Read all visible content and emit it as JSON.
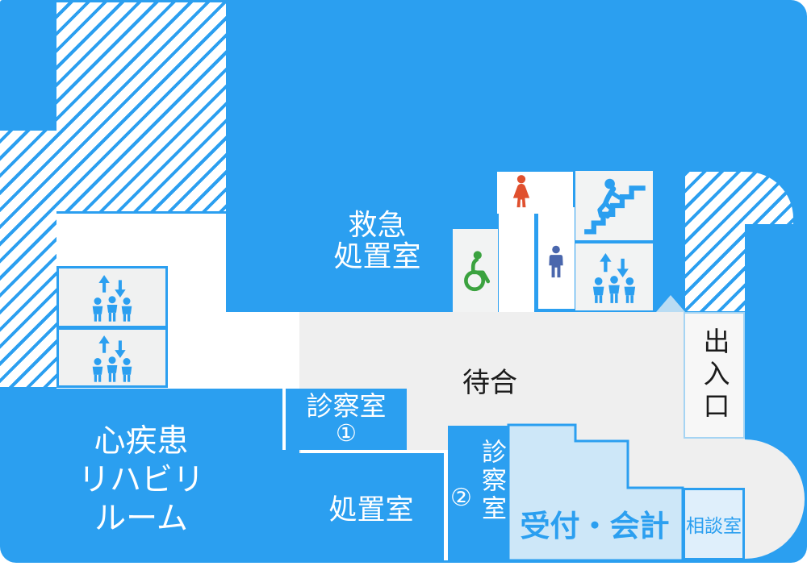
{
  "colors": {
    "primary_blue": "#2b9ff0",
    "floor_gray": "#efefef",
    "box_gray": "#f1f2f2",
    "reception_fill": "#cde7f8",
    "consult_fill": "#dfeffb",
    "entrance_fill": "#f7f7f7",
    "icon_red": "#e0502e",
    "icon_green": "#3ba23f",
    "icon_navy": "#4a67ad",
    "triangle_light_blue": "#b9dcf3"
  },
  "rooms": {
    "emergency": {
      "line1": "救急",
      "line2": "処置室"
    },
    "rehab": {
      "line1": "心疾患",
      "line2": "リハビリ",
      "line3": "ルーム"
    },
    "waiting": {
      "label": "待合"
    },
    "exam1": {
      "label": "診察室",
      "number": "①"
    },
    "treatment": {
      "label": "処置室"
    },
    "exam2": {
      "label": "診察室",
      "number": "②"
    },
    "reception": {
      "label": "受付・会計"
    },
    "consult": {
      "label": "相談室"
    },
    "entrance": {
      "label": "出入口"
    }
  },
  "icons": {
    "elevator": "elevator-up-down-people-icon",
    "stairs": "person-climbing-stairs-icon",
    "wheelchair": "wheelchair-icon",
    "woman": "woman-pictogram-icon",
    "man": "man-pictogram-icon"
  }
}
